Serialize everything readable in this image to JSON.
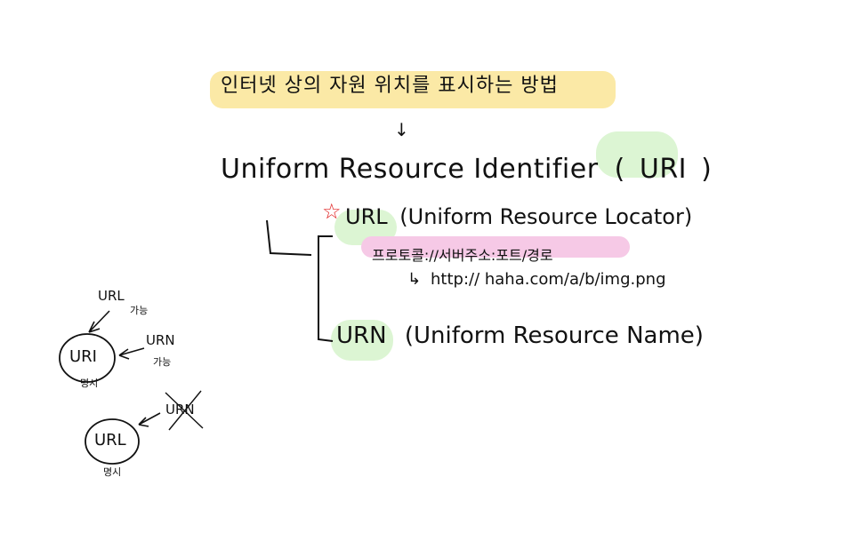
{
  "header": {
    "title": "인터넷 상의 자원 위치를 표시하는 방법",
    "arrow": "↓"
  },
  "uri": {
    "full": "Uniform Resource Identifier",
    "open_paren": "(",
    "abbr": "URI",
    "close_paren": ")"
  },
  "url": {
    "star": "☆",
    "abbr": "URL",
    "full": "(Uniform Resource Locator)",
    "protocol_format": "프로토콜://서버주소:포트/경로",
    "example_arrow": "↳",
    "example": "http:// haha.com/a/b/img.png"
  },
  "urn": {
    "abbr": "URN",
    "full": "(Uniform Resource Name)"
  },
  "sketch1": {
    "center": "URI",
    "top_label": "URL",
    "top_sub": "가능",
    "right_label": "URN",
    "right_sub": "가능",
    "bottom_sub": "명시"
  },
  "sketch2": {
    "center": "URL",
    "crossed_label": "URN",
    "bottom_sub": "명시"
  },
  "colors": {
    "yellow_highlight": "#fbe9a6",
    "green_highlight": "#dcf5d3",
    "pink_highlight": "#f6c9e6",
    "star_red": "#e02020",
    "ink": "#111111"
  }
}
